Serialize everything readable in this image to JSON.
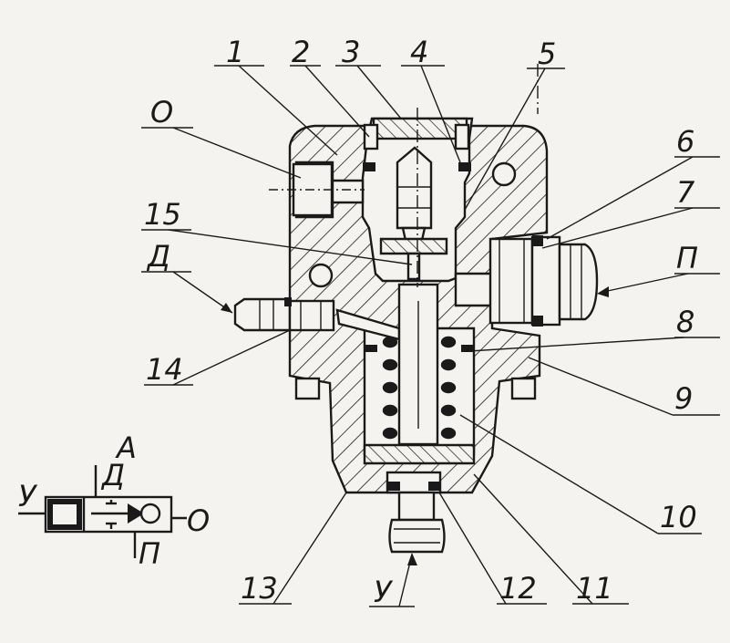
{
  "labels": {
    "n1": "1",
    "n2": "2",
    "n3": "3",
    "n4": "4",
    "n5": "5",
    "n6": "6",
    "n7": "7",
    "n8": "8",
    "n9": "9",
    "n10": "10",
    "n11": "11",
    "n12": "12",
    "n13": "13",
    "n14": "14",
    "n15": "15",
    "o": "О",
    "d": "Д",
    "p": "П",
    "u": "У"
  },
  "scheme": {
    "title": "А",
    "u": "У",
    "d": "Д",
    "o": "О",
    "p": "П"
  },
  "colors": {
    "ink": "#1a1a1a",
    "paper": "#f4f3ef"
  }
}
